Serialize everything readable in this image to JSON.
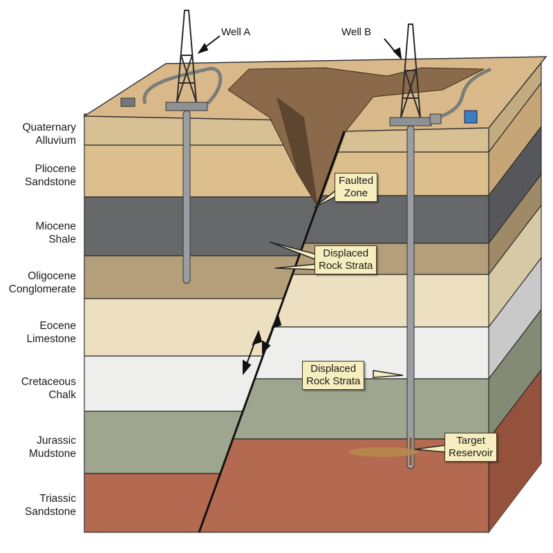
{
  "wells": [
    {
      "label": "Well A"
    },
    {
      "label": "Well B"
    }
  ],
  "layers": [
    {
      "line1": "Quaternary",
      "line2": "Alluvium",
      "color": "#d6c094",
      "side": "#c2ab7e"
    },
    {
      "line1": "Pliocene",
      "line2": "Sandstone",
      "color": "#dcbf8c",
      "side": "#c6a676"
    },
    {
      "line1": "Miocene",
      "line2": "Shale",
      "color": "#66686a",
      "side": "#55575a"
    },
    {
      "line1": "Oligocene",
      "line2": "Conglomerate",
      "color": "#b59f7a",
      "side": "#9f8a68"
    },
    {
      "line1": "Eocene",
      "line2": "Limestone",
      "color": "#ece0c0",
      "side": "#d6c9a6"
    },
    {
      "line1": "Cretaceous",
      "line2": "Chalk",
      "color": "#eeeeec",
      "side": "#c9c9c9"
    },
    {
      "line1": "Jurassic",
      "line2": "Mudstone",
      "color": "#9ea68f",
      "side": "#838b75"
    },
    {
      "line1": "Triassic",
      "line2": "Sandstone",
      "color": "#b46a50",
      "side": "#94513c"
    }
  ],
  "callouts": {
    "faulted_zone": {
      "line1": "Faulted",
      "line2": "Zone"
    },
    "displaced_1": {
      "line1": "Displaced",
      "line2": "Rock Strata"
    },
    "displaced_2": {
      "line1": "Displaced",
      "line2": "Rock Strata"
    },
    "target": {
      "line1": "Target",
      "line2": "Reservoir"
    }
  },
  "colors": {
    "surface": "#d9b98a",
    "canyon": "#8a6a4a",
    "callout_bg": "#f6eebf",
    "reservoir": "#b8894f",
    "pipe": "#9a9ea2"
  }
}
